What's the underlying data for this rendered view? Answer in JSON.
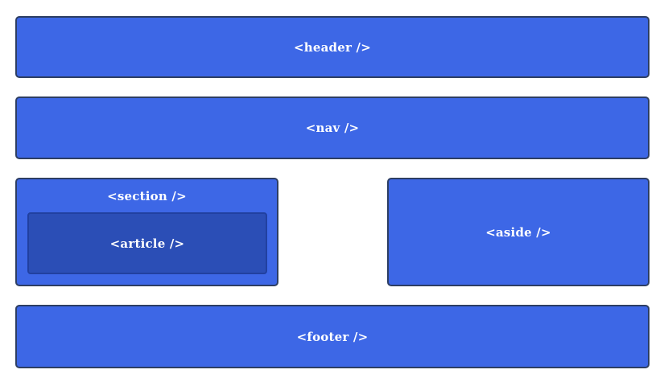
{
  "colors": {
    "box_fill": "#3d67e6",
    "box_border": "#2d3e63",
    "article_fill": "#2b4eb6",
    "article_border": "#2140a0",
    "label_color": "#ffffff",
    "page_bg": "#ffffff"
  },
  "boxes": {
    "header": {
      "label": "<header />"
    },
    "nav": {
      "label": "<nav />"
    },
    "section": {
      "label": "<section />"
    },
    "article": {
      "label": "<article />"
    },
    "aside": {
      "label": "<aside />"
    },
    "footer": {
      "label": "<footer />"
    }
  }
}
